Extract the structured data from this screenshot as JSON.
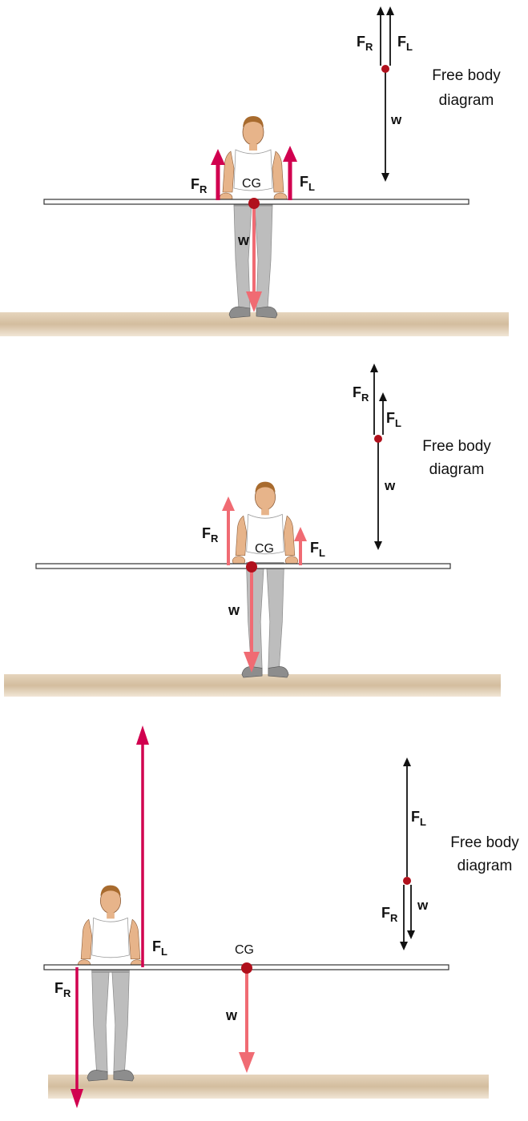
{
  "colors": {
    "force_dark": "#d1004f",
    "force_light": "#f06b73",
    "vector_black": "#111111",
    "cg_dot": "#b0101c",
    "floor": "#d7c2a6",
    "bar_stroke": "#333333",
    "pants": "#b8b8b8",
    "skin": "#e7b48a",
    "hair": "#a86b2e"
  },
  "panels": [
    {
      "free_body_caption": [
        "Free body",
        "diagram"
      ],
      "labels": {
        "fr": "F",
        "fr_sub": "R",
        "fl": "F",
        "fl_sub": "L",
        "w": "w",
        "cg": "CG"
      },
      "fbd_labels": {
        "fr": "F",
        "fr_sub": "R",
        "fl": "F",
        "fl_sub": "L",
        "w": "w"
      }
    },
    {
      "free_body_caption": [
        "Free body",
        "diagram"
      ],
      "labels": {
        "fr": "F",
        "fr_sub": "R",
        "fl": "F",
        "fl_sub": "L",
        "w": "w",
        "cg": "CG"
      },
      "fbd_labels": {
        "fr": "F",
        "fr_sub": "R",
        "fl": "F",
        "fl_sub": "L",
        "w": "w"
      }
    },
    {
      "free_body_caption": [
        "Free body",
        "diagram"
      ],
      "labels": {
        "fr": "F",
        "fr_sub": "R",
        "fl": "F",
        "fl_sub": "L",
        "w": "w",
        "cg": "CG"
      },
      "fbd_labels": {
        "fr": "F",
        "fr_sub": "R",
        "fl": "F",
        "fl_sub": "L",
        "w": "w"
      }
    }
  ]
}
